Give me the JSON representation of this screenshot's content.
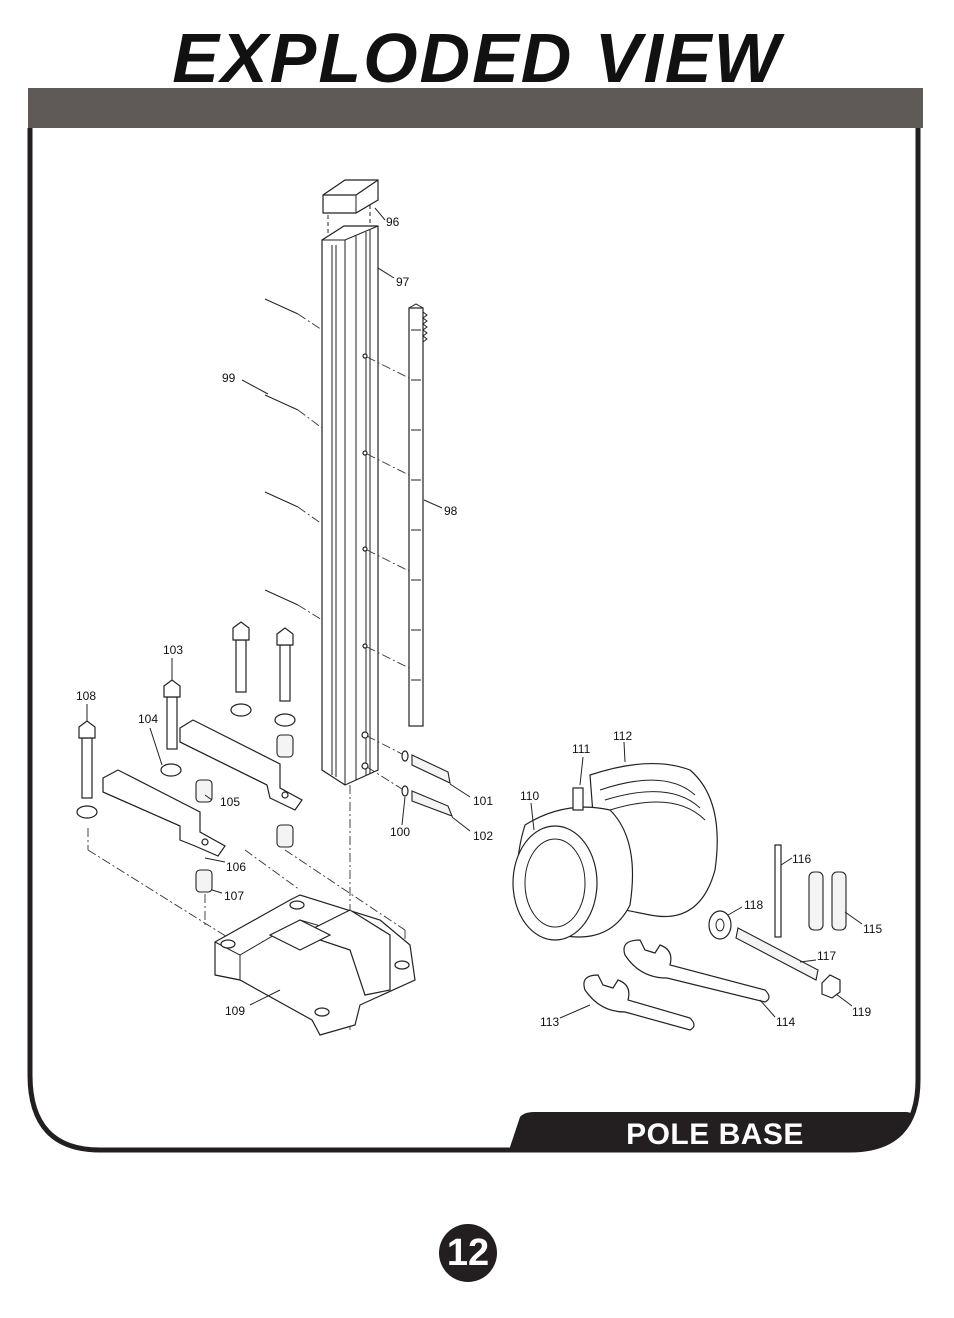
{
  "header": {
    "title": "EXPLODED VIEW"
  },
  "footer": {
    "section_label": "POLE BASE",
    "page_number": "12"
  },
  "colors": {
    "header_bar": "#5f5a58",
    "frame": "#231f20",
    "label_bg": "#231f20"
  },
  "part_labels": [
    "96",
    "97",
    "98",
    "99",
    "100",
    "101",
    "102",
    "103",
    "104",
    "105",
    "106",
    "107",
    "108",
    "109",
    "110",
    "111",
    "112",
    "113",
    "114",
    "115",
    "116",
    "117",
    "118",
    "119"
  ]
}
